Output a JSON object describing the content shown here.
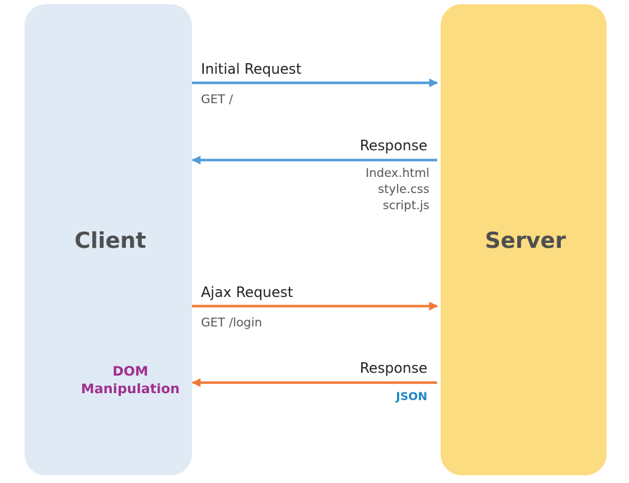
{
  "client": {
    "title": "Client"
  },
  "server": {
    "title": "Server"
  },
  "messages": [
    {
      "label": "Initial Request",
      "detail": "GET /",
      "direction": "client-to-server",
      "color": "#4f9ad8"
    },
    {
      "label": "Response",
      "detail_lines": [
        "Index.html",
        "style.css",
        "script.js"
      ],
      "direction": "server-to-client",
      "color": "#4f9ad8"
    },
    {
      "label": "Ajax Request",
      "detail": "GET /login",
      "direction": "client-to-server",
      "color": "#ef7a36"
    },
    {
      "label": "Response",
      "detail": "JSON",
      "direction": "server-to-client",
      "color": "#ef7a36"
    }
  ],
  "dom_note": {
    "line1": "DOM",
    "line2": "Manipulation",
    "color": "#a02f8e"
  },
  "colors": {
    "client_lane": "#dfeaf5",
    "server_lane": "#fcdc81",
    "json": "#1f86c8"
  }
}
